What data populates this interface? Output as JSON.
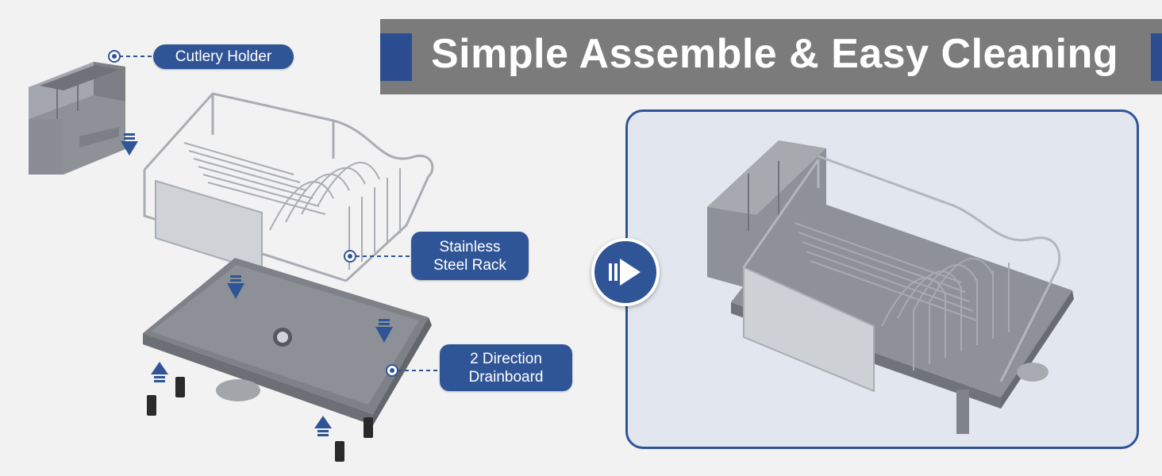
{
  "banner": {
    "title": "Simple Assemble & Easy Cleaning"
  },
  "labels": {
    "cutlery_holder": "Cutlery Holder",
    "steel_rack": [
      "Stainless",
      "Steel Rack"
    ],
    "drainboard": [
      "2 Direction",
      "Drainboard"
    ]
  },
  "icons": {
    "down_arrow": "double-down-arrow-icon",
    "up_arrow": "double-up-arrow-icon",
    "next": "play-arrow-icon"
  },
  "colors": {
    "accent": "#2f5596",
    "banner_bg": "#7b7b7b",
    "panel_bg": "#e2e7ef",
    "product_gray": "#8e9298",
    "steel": "#b9bcc1"
  }
}
